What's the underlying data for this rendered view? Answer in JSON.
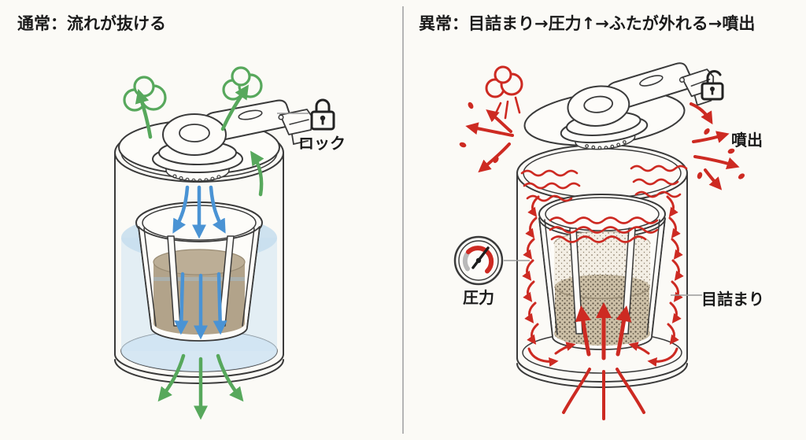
{
  "colors": {
    "background": "#fbfaf6",
    "artwork_fill": "#fdfcf9",
    "line": "#3a3a3a",
    "divider": "#b5b5b5",
    "leader": "#9a9a9a",
    "green": "#57a85c",
    "blue": "#4a93d4",
    "red": "#cd2a22",
    "liquid": "#cfe3f2",
    "liquid_surface": "#c3dcee",
    "grounds": "#b2a38a",
    "grounds_top": "#bcae96",
    "gauge_gray": "#b9b9b9",
    "label_text": "#1a1a1a"
  },
  "left_panel": {
    "title": "通常：流れが抜ける",
    "lock_label": "ロック",
    "icons": [
      "lock-closed-icon",
      "steam-cloud-icon",
      "down-flow-arrows",
      "out-flow-arrows"
    ]
  },
  "right_panel": {
    "title": "異常：目詰まり→圧力↑→ふたが外れる→噴出",
    "spray_label": "噴出",
    "pressure_label": "圧力",
    "clog_label": "目詰まり",
    "icons": [
      "lock-open-icon",
      "pressure-gauge-icon",
      "burst-cloud-icon",
      "spray-arrows",
      "heat-wave-lines"
    ]
  }
}
